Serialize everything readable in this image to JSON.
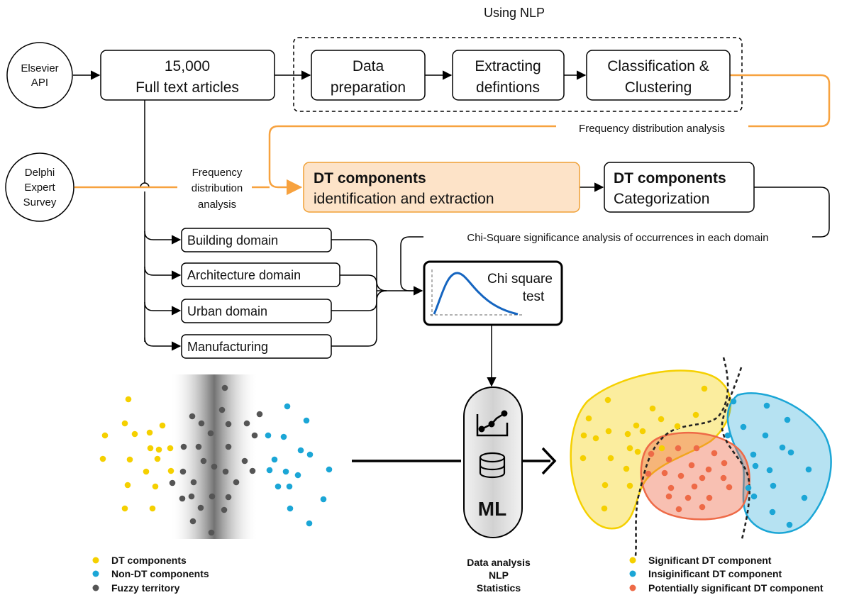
{
  "header": {
    "nlp_group_label": "Using NLP"
  },
  "nodes": {
    "elsevier": {
      "line1": "Elsevier",
      "line2": "API"
    },
    "delphi": {
      "line1": "Delphi",
      "line2": "Expert",
      "line3": "Survey"
    },
    "articles": {
      "line1": "15,000",
      "line2": "Full text articles"
    },
    "data_prep": {
      "line1": "Data",
      "line2": "preparation"
    },
    "extracting": {
      "line1": "Extracting",
      "line2": "defintions"
    },
    "classification": {
      "line1": "Classification &",
      "line2": "Clustering"
    },
    "dt_identification": {
      "line1": "DT components",
      "line2": "identification and extraction"
    },
    "dt_categorization": {
      "line1": "DT components",
      "line2": "Categorization"
    },
    "chi_test": {
      "line1": "Chi square",
      "line2": "test"
    },
    "ml": {
      "label": "ML"
    }
  },
  "domains": [
    "Building domain",
    "Architecture domain",
    "Urban domain",
    "Manufacturing"
  ],
  "edge_labels": {
    "freq_top": "Frequency distribution analysis",
    "freq_left": {
      "line1": "Frequency",
      "line2": "distribution",
      "line3": "analysis"
    },
    "chi_square": "Chi-Square significance analysis of occurrences in each domain"
  },
  "left_legend": [
    {
      "label": "DT components",
      "color": "#f5d000"
    },
    {
      "label": "Non-DT components",
      "color": "#1ba6d6"
    },
    {
      "label": "Fuzzy territory",
      "color": "#555555"
    }
  ],
  "center_caption": [
    "Data analysis",
    "NLP",
    "Statistics"
  ],
  "right_legend": [
    {
      "label": "Significant DT component",
      "color": "#f5d000"
    },
    {
      "label": "Insiginificant DT component",
      "color": "#1ba6d6"
    },
    {
      "label": "Potentially significant DT component",
      "color": "#ee6a47"
    }
  ],
  "colors": {
    "orange_flow": "#f7a23f",
    "highlight_fill": "#fde3c8",
    "highlight_border": "#f0a035",
    "yellow": "#f5d000",
    "blue": "#1ba6d6",
    "red": "#ee6a47",
    "gray": "#555555",
    "chi_curve": "#1565c0"
  }
}
